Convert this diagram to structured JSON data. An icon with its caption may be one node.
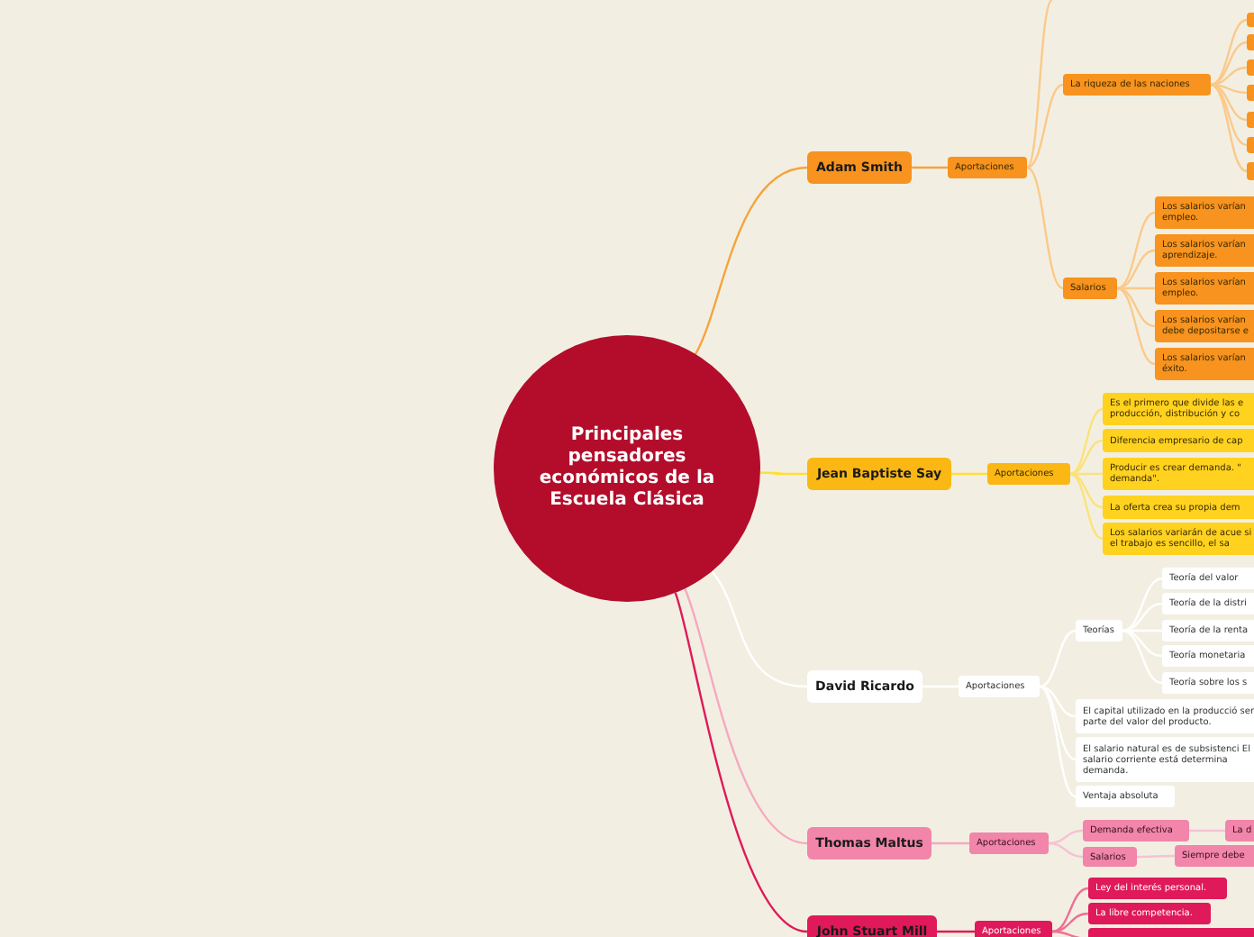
{
  "diagram": {
    "nodes": [
      {
        "text": [
          "Principales pensadores económicos de la Escuela Clásica"
        ]
      },
      {
        "text": [
          "Adam Smith"
        ]
      },
      {
        "text": [
          "Aportaciones"
        ]
      },
      {
        "text": [
          "La riqueza de las naciones"
        ]
      },
      {
        "text": [],
        "shape": "box"
      },
      {
        "text": [],
        "shape": "box"
      },
      {
        "text": [],
        "shape": "box"
      },
      {
        "text": [],
        "shape": "box"
      },
      {
        "text": [],
        "shape": "box"
      },
      {
        "text": [],
        "shape": "box"
      },
      {
        "text": [],
        "shape": "box"
      },
      {
        "text": [
          "Salarios"
        ]
      },
      {
        "text": [
          "Los salarios varían empleo."
        ]
      },
      {
        "text": [
          "Los salarios varían aprendizaje."
        ]
      },
      {
        "text": [
          "Los salarios varían empleo."
        ]
      },
      {
        "text": [
          "Los salarios varían debe depositarse e"
        ]
      },
      {
        "text": [
          "Los salarios varían éxito."
        ]
      },
      {
        "text": [
          "Jean Baptiste Say"
        ]
      },
      {
        "text": [
          "Aportaciones"
        ]
      },
      {
        "text": [
          "Es el primero que divide las e producción, distribución y co"
        ]
      },
      {
        "text": [
          "Diferencia empresario de cap"
        ]
      },
      {
        "text": [
          "Producir es crear demanda. \" demanda\"."
        ]
      },
      {
        "text": [
          "La oferta crea su propia dem"
        ]
      },
      {
        "text": [
          "Los salarios variarán de acue si el trabajo es sencillo, el sa"
        ]
      },
      {
        "text": [
          "David Ricardo"
        ]
      },
      {
        "text": [
          "Aportaciones"
        ]
      },
      {
        "text": [
          "Teorías"
        ]
      },
      {
        "text": [
          "Teoría del valor"
        ]
      },
      {
        "text": [
          "Teoría de la distri"
        ]
      },
      {
        "text": [
          "Teoría de la renta"
        ]
      },
      {
        "text": [
          "Teoría monetaria"
        ]
      },
      {
        "text": [
          "Teoría sobre los s"
        ]
      },
      {
        "text": [
          "El capital utilizado en la producció ser parte del valor del producto."
        ]
      },
      {
        "text": [
          "El salario natural es de subsistenci El salario corriente está determina demanda."
        ]
      },
      {
        "text": [
          "Ventaja absoluta"
        ]
      },
      {
        "text": [
          "Thomas Maltus"
        ]
      },
      {
        "text": [
          "Aportaciones"
        ]
      },
      {
        "text": [
          "Demanda efectiva"
        ]
      },
      {
        "text": [
          "La d"
        ]
      },
      {
        "text": [
          "Salarios"
        ]
      },
      {
        "text": [
          "Siempre debe"
        ]
      },
      {
        "text": [
          "John Stuart Mill"
        ]
      },
      {
        "text": [
          "Aportaciones"
        ]
      },
      {
        "text": [
          "Ley del interés personal."
        ]
      },
      {
        "text": [
          "La libre competencia."
        ]
      },
      {
        "text": [],
        "shape": "box"
      }
    ],
    "edges": [
      {
        "from": 0,
        "to": 1,
        "arrow": "none",
        "color": "#f7a33c"
      },
      {
        "from": 1,
        "to": 2,
        "arrow": "none",
        "color": "#f7a33c"
      },
      {
        "from": 2,
        "to": null,
        "arrow": "none",
        "color": "#fbc98a"
      },
      {
        "from": 2,
        "to": 3,
        "arrow": "none",
        "color": "#fbc98a"
      },
      {
        "from": 3,
        "to": 4,
        "arrow": "none",
        "color": "#fbc98a"
      },
      {
        "from": 3,
        "to": 5,
        "arrow": "none",
        "color": "#fbc98a"
      },
      {
        "from": 3,
        "to": 6,
        "arrow": "none",
        "color": "#fbc98a"
      },
      {
        "from": 3,
        "to": 7,
        "arrow": "none",
        "color": "#fbc98a"
      },
      {
        "from": 3,
        "to": 8,
        "arrow": "none",
        "color": "#fbc98a"
      },
      {
        "from": 3,
        "to": 9,
        "arrow": "none",
        "color": "#fbc98a"
      },
      {
        "from": 3,
        "to": 10,
        "arrow": "none",
        "color": "#fbc98a"
      },
      {
        "from": 2,
        "to": 11,
        "arrow": "none",
        "color": "#fbc98a"
      },
      {
        "from": 11,
        "to": 12,
        "arrow": "none",
        "color": "#fbc98a"
      },
      {
        "from": 11,
        "to": 13,
        "arrow": "none",
        "color": "#fbc98a"
      },
      {
        "from": 11,
        "to": 14,
        "arrow": "none",
        "color": "#fbc98a"
      },
      {
        "from": 11,
        "to": 15,
        "arrow": "none",
        "color": "#fbc98a"
      },
      {
        "from": 11,
        "to": 16,
        "arrow": "none",
        "color": "#fbc98a"
      },
      {
        "from": 0,
        "to": 17,
        "arrow": "none",
        "color": "#ffe033"
      },
      {
        "from": 17,
        "to": 18,
        "arrow": "none",
        "color": "#ffe033"
      },
      {
        "from": 18,
        "to": 19,
        "arrow": "none",
        "color": "#fbe27a"
      },
      {
        "from": 18,
        "to": 20,
        "arrow": "none",
        "color": "#fbe27a"
      },
      {
        "from": 18,
        "to": 21,
        "arrow": "none",
        "color": "#fbe27a"
      },
      {
        "from": 18,
        "to": 22,
        "arrow": "none",
        "color": "#fbe27a"
      },
      {
        "from": 18,
        "to": 23,
        "arrow": "none",
        "color": "#fbe27a"
      },
      {
        "from": 0,
        "to": 24,
        "arrow": "none",
        "color": "#ffffff"
      },
      {
        "from": 24,
        "to": 25,
        "arrow": "none",
        "color": "#ffffff"
      },
      {
        "from": 25,
        "to": 26,
        "arrow": "none",
        "color": "#ffffff"
      },
      {
        "from": 26,
        "to": 27,
        "arrow": "none",
        "color": "#ffffff"
      },
      {
        "from": 26,
        "to": 28,
        "arrow": "none",
        "color": "#ffffff"
      },
      {
        "from": 26,
        "to": 29,
        "arrow": "none",
        "color": "#ffffff"
      },
      {
        "from": 26,
        "to": 30,
        "arrow": "none",
        "color": "#ffffff"
      },
      {
        "from": 26,
        "to": 31,
        "arrow": "none",
        "color": "#ffffff"
      },
      {
        "from": 25,
        "to": 32,
        "arrow": "none",
        "color": "#ffffff"
      },
      {
        "from": 25,
        "to": 33,
        "arrow": "none",
        "color": "#ffffff"
      },
      {
        "from": 25,
        "to": 34,
        "arrow": "none",
        "color": "#ffffff"
      },
      {
        "from": 0,
        "to": 35,
        "arrow": "none",
        "color": "#f6a8c0"
      },
      {
        "from": 35,
        "to": 36,
        "arrow": "none",
        "color": "#f6a8c0"
      },
      {
        "from": 36,
        "to": 37,
        "arrow": "none",
        "color": "#f6c2d3"
      },
      {
        "from": 37,
        "to": 38,
        "arrow": "none",
        "color": "#f6c2d3"
      },
      {
        "from": 36,
        "to": 39,
        "arrow": "none",
        "color": "#f6c2d3"
      },
      {
        "from": 39,
        "to": 40,
        "arrow": "none",
        "color": "#f6c2d3"
      },
      {
        "from": 0,
        "to": 41,
        "arrow": "none",
        "color": "#e0195a"
      },
      {
        "from": 41,
        "to": 42,
        "arrow": "none",
        "color": "#e0195a"
      },
      {
        "from": 42,
        "to": 43,
        "arrow": "none",
        "color": "#ee6f95"
      },
      {
        "from": 42,
        "to": 44,
        "arrow": "none",
        "color": "#ee6f95"
      },
      {
        "from": 42,
        "to": 45,
        "arrow": "none",
        "color": "#ee6f95"
      }
    ]
  }
}
